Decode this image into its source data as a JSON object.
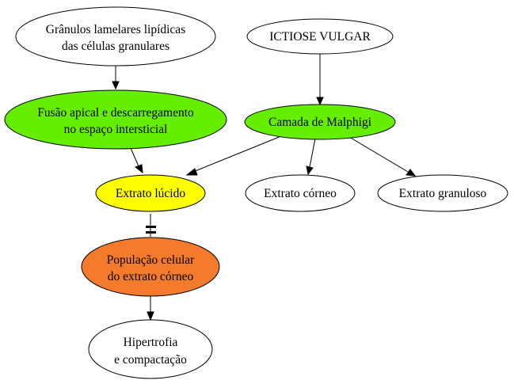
{
  "nodes": {
    "granulos": {
      "lines": [
        "Grânulos lamelares lipídicas",
        "das células granulares"
      ],
      "fill": "#ffffff"
    },
    "ictiose": {
      "lines": [
        "ICTIOSE VULGAR"
      ],
      "fill": "#ffffff"
    },
    "fusao": {
      "lines": [
        "Fusão apical e descarregamento",
        "no espaço intersticial"
      ],
      "fill": "#66ee00"
    },
    "malphigi": {
      "lines": [
        "Camada de Malphigi"
      ],
      "fill": "#66ee00"
    },
    "lucido": {
      "lines": [
        "Extrato lúcido"
      ],
      "fill": "#ffff00"
    },
    "corneo": {
      "lines": [
        "Extrato córneo"
      ],
      "fill": "#ffffff"
    },
    "granuloso": {
      "lines": [
        "Extrato granuloso"
      ],
      "fill": "#ffffff"
    },
    "populacao": {
      "lines": [
        "População celular",
        "do extrato córneo"
      ],
      "fill": "#f37b2b"
    },
    "hipertrofia": {
      "lines": [
        "Hipertrofia",
        "e compactação"
      ],
      "fill": "#ffffff"
    }
  },
  "edges": [
    {
      "from": "granulos",
      "to": "fusao",
      "style": "arrow"
    },
    {
      "from": "ictiose",
      "to": "malphigi",
      "style": "arrow"
    },
    {
      "from": "fusao",
      "to": "lucido",
      "style": "arrow"
    },
    {
      "from": "malphigi",
      "to": "lucido",
      "style": "arrow"
    },
    {
      "from": "malphigi",
      "to": "corneo",
      "style": "arrow"
    },
    {
      "from": "malphigi",
      "to": "granuloso",
      "style": "arrow"
    },
    {
      "from": "lucido",
      "to": "populacao",
      "style": "tee"
    },
    {
      "from": "populacao",
      "to": "hipertrofia",
      "style": "arrow"
    }
  ]
}
